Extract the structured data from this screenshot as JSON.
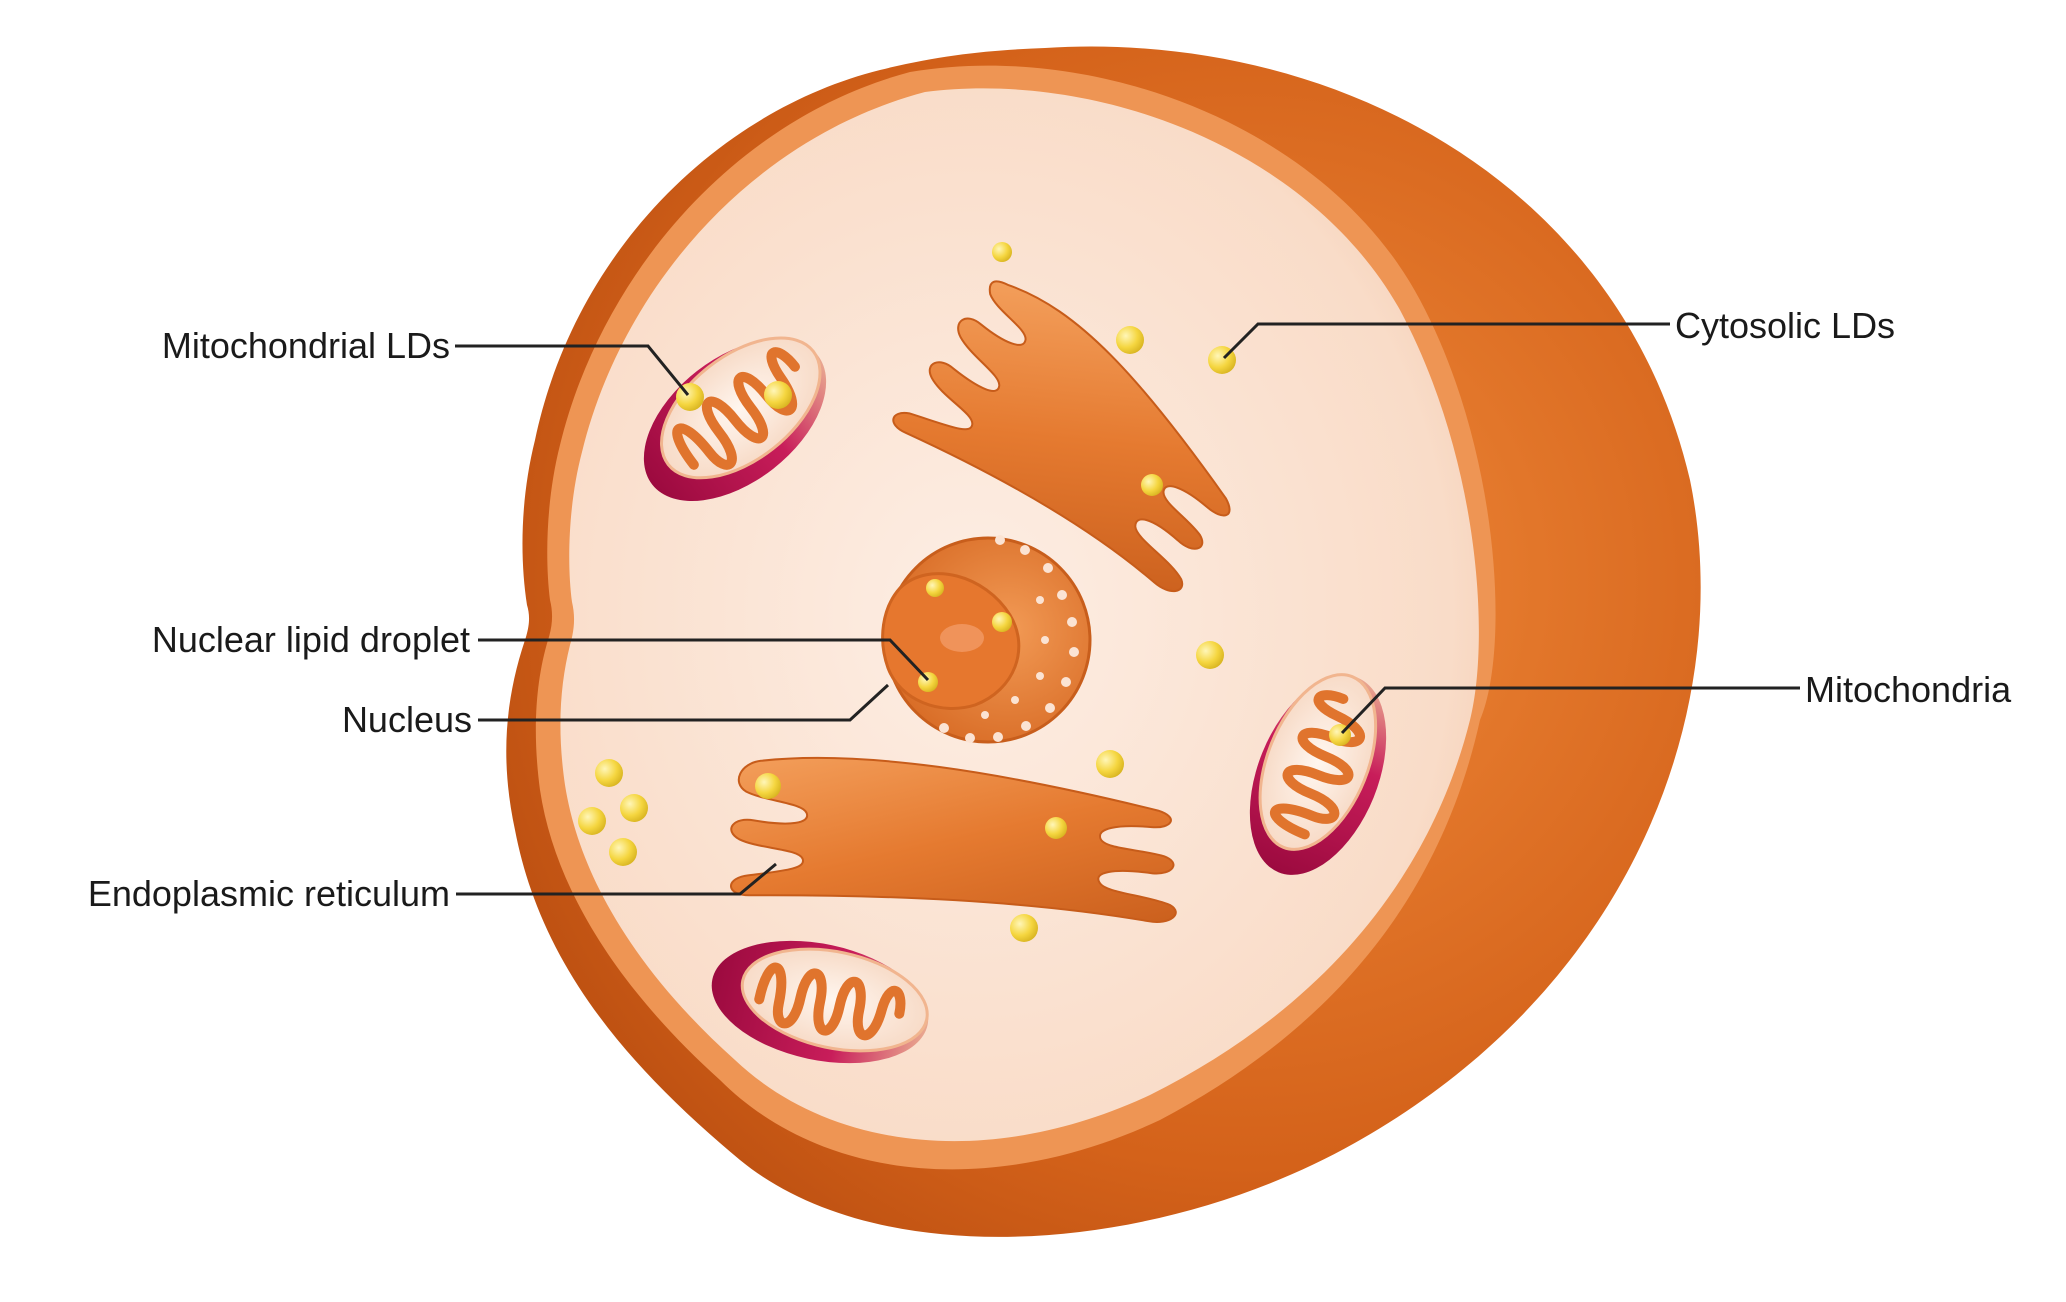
{
  "labels": {
    "mitochondrial_lds": "Mitochondrial LDs",
    "cytosolic_lds": "Cytosolic LDs",
    "nuclear_lipid_droplet": "Nuclear lipid droplet",
    "nucleus": "Nucleus",
    "mitochondria": "Mitochondria",
    "endoplasmic_reticulum": "Endoplasmic reticulum"
  },
  "colors": {
    "cell_outer": "#d4621a",
    "cell_rim": "#ef9a5a",
    "cytoplasm": "#fbe3d3",
    "organelle": "#e57e35",
    "mito_cap": "#b6104e",
    "lipid_droplet": "#f5d640",
    "leader_line": "#222222"
  }
}
